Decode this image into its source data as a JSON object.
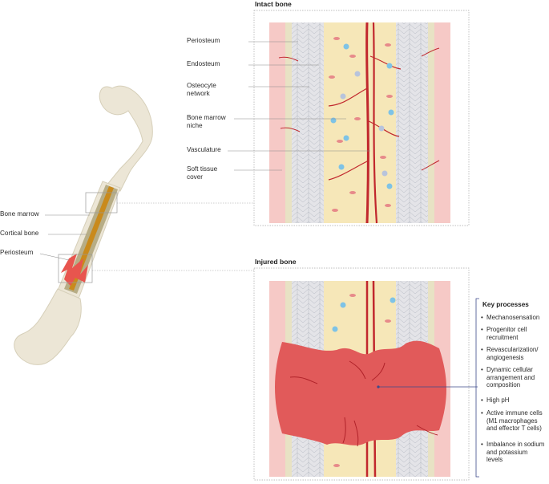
{
  "panels": {
    "intact_title": "Intact bone",
    "injured_title": "Injured bone"
  },
  "intact_labels": [
    {
      "id": "periosteum",
      "text": "Periosteum"
    },
    {
      "id": "endosteum",
      "text": "Endosteum"
    },
    {
      "id": "osteocyte",
      "text": "Osteocyte\nnetwork"
    },
    {
      "id": "marrow-niche",
      "text": "Bone marrow\nniche"
    },
    {
      "id": "vasculature",
      "text": "Vasculature"
    },
    {
      "id": "soft-tissue",
      "text": "Soft tissue\ncover"
    }
  ],
  "bone_labels": [
    {
      "id": "bone-marrow",
      "text": "Bone marrow"
    },
    {
      "id": "cortical-bone",
      "text": "Cortical bone"
    },
    {
      "id": "periosteum",
      "text": "Periosteum"
    }
  ],
  "key_processes": {
    "title": "Key processes",
    "items": [
      "Mechanosensation",
      "Progenitor cell\nrecruitment",
      "Revascularization/\nangiogenesis",
      "Dynamic cellular\narrangement and\ncomposition",
      "High pH",
      "Active immune cells\n(M1 macrophages\nand effector T cells)",
      "Imbalance in sodium\nand potassium\nlevels"
    ]
  },
  "colors": {
    "bone": "#ece6d6",
    "bone_shadow": "#d9d2bd",
    "marrow": "#c98a1c",
    "cortical": "#b7ad86",
    "periosteum_red": "#e8554e",
    "vessel": "#c1272d",
    "marrow_bg": "#f6e7b8",
    "cortex_bg": "#e4e4e8",
    "wound": "#e15a5a",
    "soft_tissue": "#f6c9c6"
  }
}
